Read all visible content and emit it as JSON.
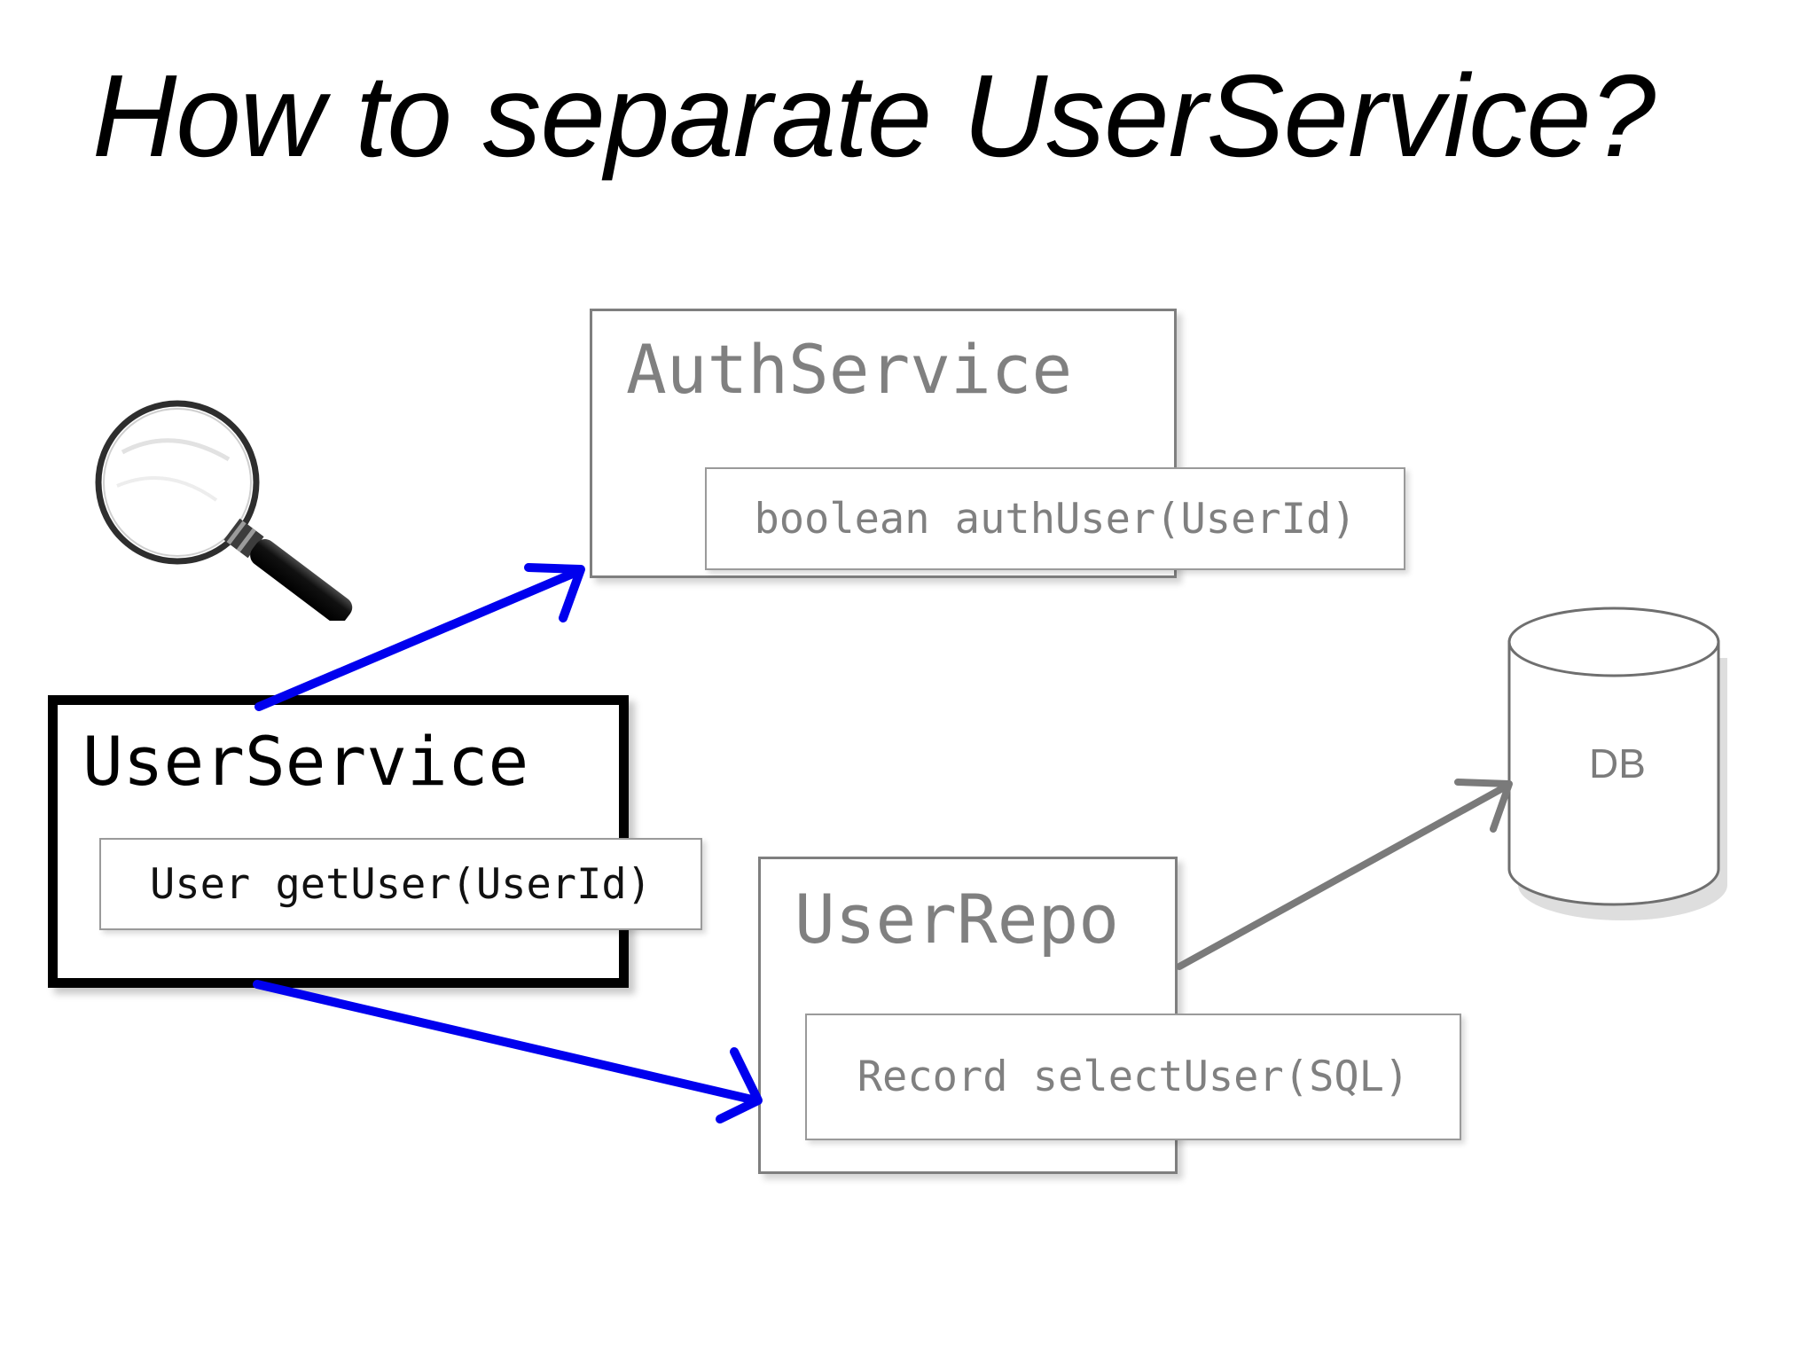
{
  "slide": {
    "title": "How to separate UserService?",
    "background_color": "#ffffff"
  },
  "colors": {
    "accent_arrow": "#0000EE",
    "secondary_arrow": "#7a7a7a",
    "box_border_gray": "#7f7f7f",
    "box_border_highlight": "#000000",
    "text_gray": "#808080",
    "text_black": "#000000"
  },
  "icons": {
    "magnifier": "magnifier-icon"
  },
  "boxes": {
    "auth_service": {
      "name": "AuthService",
      "method": "boolean authUser(UserId)",
      "highlighted": false
    },
    "user_service": {
      "name": "UserService",
      "method": "User getUser(UserId)",
      "highlighted": true
    },
    "user_repo": {
      "name": "UserRepo",
      "method": "Record selectUser(SQL)",
      "highlighted": false
    },
    "database": {
      "label": "DB"
    }
  },
  "connections": [
    {
      "id": "userservice-to-authservice",
      "from": "UserService",
      "to": "AuthService",
      "color": "#0000EE"
    },
    {
      "id": "userservice-to-userrepo",
      "from": "UserService",
      "to": "UserRepo",
      "color": "#0000EE"
    },
    {
      "id": "userrepo-to-db",
      "from": "UserRepo",
      "to": "DB",
      "color": "#7a7a7a"
    }
  ]
}
